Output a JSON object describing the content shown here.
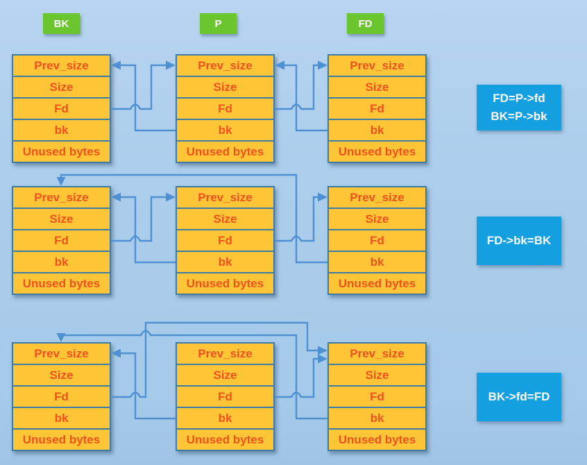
{
  "colors": {
    "background": "#A9CDEB",
    "chunk_fill": "#FEC637",
    "chunk_border": "#3D7BA7",
    "chunk_text": "#F1511D",
    "arrow_line": "#4E90D2",
    "chunk_header_bg": "#6AC52F",
    "step_label_bg": "#149FE1",
    "label_text": "#FFFFFF"
  },
  "chunk_headers": [
    "BK",
    "P",
    "FD"
  ],
  "chunk_fields": [
    "Prev_size",
    "Size",
    "Fd",
    "bk",
    "Unused bytes"
  ],
  "rows": [
    {
      "step_label_lines": [
        "FD=P->fd",
        "BK=P->bk"
      ],
      "relations": [
        "BK.Fd -> P.Prev_size",
        "P.bk -> BK.Prev_size",
        "P.Fd -> FD.Prev_size",
        "FD.bk -> P.Prev_size"
      ]
    },
    {
      "step_label_lines": [
        "FD->bk=BK"
      ],
      "relations": [
        "BK.Fd -> P.Prev_size",
        "P.bk -> BK.Prev_size",
        "P.Fd -> FD.Prev_size",
        "FD.bk -> BK.top"
      ]
    },
    {
      "step_label_lines": [
        "BK->fd=FD"
      ],
      "relations": [
        "P.bk -> BK.Prev_size",
        "P.Fd -> FD.Prev_size",
        "FD.bk -> BK.top",
        "BK.Fd -> FD.Prev_size"
      ]
    }
  ]
}
